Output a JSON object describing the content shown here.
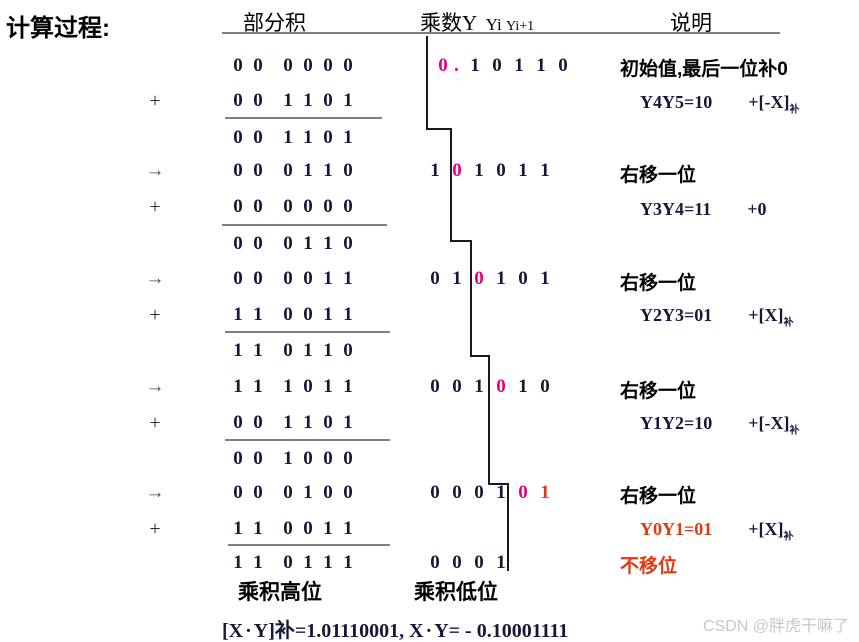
{
  "title": "计算过程:",
  "headers": {
    "partial_product": "部分积",
    "multiplier": "乘数Y",
    "multiplier_bits_1": "Yi",
    "multiplier_bits_2": "Yi+1",
    "description": "说明"
  },
  "operators": {
    "plus": "+",
    "arrow": "→"
  },
  "partial_products": [
    {
      "id": "pp0",
      "value": "00 0000",
      "digits": [
        "0",
        "0",
        "0",
        "0",
        "0",
        "0"
      ]
    },
    {
      "id": "pp1",
      "value": "00 1101",
      "digits": [
        "0",
        "0",
        "1",
        "1",
        "0",
        "1"
      ]
    },
    {
      "id": "pp2",
      "value": "00 1101",
      "digits": [
        "0",
        "0",
        "1",
        "1",
        "0",
        "1"
      ]
    },
    {
      "id": "pp3",
      "value": "00 0110",
      "digits": [
        "0",
        "0",
        "0",
        "1",
        "1",
        "0"
      ]
    },
    {
      "id": "pp4",
      "value": "00 0000",
      "digits": [
        "0",
        "0",
        "0",
        "0",
        "0",
        "0"
      ]
    },
    {
      "id": "pp5",
      "value": "00 0110",
      "digits": [
        "0",
        "0",
        "0",
        "1",
        "1",
        "0"
      ]
    },
    {
      "id": "pp6",
      "value": "00 0011",
      "digits": [
        "0",
        "0",
        "0",
        "0",
        "1",
        "1"
      ]
    },
    {
      "id": "pp7",
      "value": "11 0011",
      "digits": [
        "1",
        "1",
        "0",
        "0",
        "1",
        "1"
      ]
    },
    {
      "id": "pp8",
      "value": "11 0110",
      "digits": [
        "1",
        "1",
        "0",
        "1",
        "1",
        "0"
      ]
    },
    {
      "id": "pp9",
      "value": "11 1011",
      "digits": [
        "1",
        "1",
        "1",
        "0",
        "1",
        "1"
      ]
    },
    {
      "id": "pp10",
      "value": "00 1101",
      "digits": [
        "0",
        "0",
        "1",
        "1",
        "0",
        "1"
      ]
    },
    {
      "id": "pp11",
      "value": "00 1000",
      "digits": [
        "0",
        "0",
        "1",
        "0",
        "0",
        "0"
      ]
    },
    {
      "id": "pp12",
      "value": "00 0100",
      "digits": [
        "0",
        "0",
        "0",
        "1",
        "0",
        "0"
      ]
    },
    {
      "id": "pp13",
      "value": "11 0011",
      "digits": [
        "1",
        "1",
        "0",
        "0",
        "1",
        "1"
      ]
    },
    {
      "id": "pp14",
      "value": "11 0111",
      "digits": [
        "1",
        "1",
        "0",
        "1",
        "1",
        "1"
      ]
    }
  ],
  "multiplier_rows": [
    {
      "id": "mr0",
      "text": "0.10110",
      "lead": "0",
      "lead_color": "magenta",
      "dot": ".",
      "digits": [
        "1",
        "0",
        "1",
        "1",
        "0"
      ],
      "digit_colors": [
        "dark",
        "dark",
        "dark",
        "dark",
        "dark"
      ]
    },
    {
      "id": "mr1",
      "text": "101011",
      "digits": [
        "1",
        "0",
        "1",
        "0",
        "1",
        "1"
      ],
      "digit_colors": [
        "dark",
        "magenta",
        "dark",
        "dark",
        "dark",
        "dark"
      ]
    },
    {
      "id": "mr2",
      "text": "010101",
      "digits": [
        "0",
        "1",
        "0",
        "1",
        "0",
        "1"
      ],
      "digit_colors": [
        "dark",
        "dark",
        "magenta",
        "dark",
        "dark",
        "dark"
      ]
    },
    {
      "id": "mr3",
      "text": "001010",
      "digits": [
        "0",
        "0",
        "1",
        "0",
        "1",
        "0"
      ],
      "digit_colors": [
        "dark",
        "dark",
        "dark",
        "magenta",
        "dark",
        "dark"
      ]
    },
    {
      "id": "mr4",
      "text": "000101",
      "digits": [
        "0",
        "0",
        "0",
        "1",
        "0",
        "1"
      ],
      "digit_colors": [
        "dark",
        "dark",
        "dark",
        "dark",
        "magenta",
        "red"
      ]
    },
    {
      "id": "mr5",
      "text": "0001",
      "digits": [
        "0",
        "0",
        "0",
        "1"
      ],
      "digit_colors": [
        "dark",
        "dark",
        "dark",
        "dark"
      ]
    }
  ],
  "descriptions": [
    {
      "id": "d0",
      "main": "初始值,最后一位补0",
      "main_color": "black"
    },
    {
      "id": "d1",
      "sub": "Y4Y5=10",
      "sub_color": "dark",
      "op": "+[-X]",
      "op_sub": "补"
    },
    {
      "id": "d2",
      "main": "右移一位",
      "main_color": "black"
    },
    {
      "id": "d3",
      "sub": "Y3Y4=11",
      "sub_color": "dark",
      "op": "+0",
      "op_sub": ""
    },
    {
      "id": "d4",
      "main": "右移一位",
      "main_color": "black"
    },
    {
      "id": "d5",
      "sub": "Y2Y3=01",
      "sub_color": "dark",
      "op": "+[X]",
      "op_sub": "补"
    },
    {
      "id": "d6",
      "main": "右移一位",
      "main_color": "black"
    },
    {
      "id": "d7",
      "sub": "Y1Y2=10",
      "sub_color": "dark",
      "op": "+[-X]",
      "op_sub": "补"
    },
    {
      "id": "d8",
      "main": "右移一位",
      "main_color": "black"
    },
    {
      "id": "d9",
      "sub": "Y0Y1=01",
      "sub_color": "red",
      "op": "+[X]",
      "op_sub": "补"
    },
    {
      "id": "d10",
      "main": "不移位",
      "main_color": "red"
    }
  ],
  "bottom": {
    "product_high": "乘积高位",
    "product_low": "乘积低位",
    "result_prefix": "[X",
    "result_dot": "·",
    "result_mid": "Y]补=1.01110001,  X",
    "result_dot2": "·",
    "result_suffix": "Y= - 0.10001111"
  },
  "watermark": "CSDN @胖虎干嘛了",
  "colors": {
    "magenta": "#e6007e",
    "red": "#e03a10",
    "dark_navy": "#16183a",
    "rule_gray": "#7f7f7f",
    "line_black": "#1a1a1a",
    "watermark_gray": "#c9c9c9"
  }
}
